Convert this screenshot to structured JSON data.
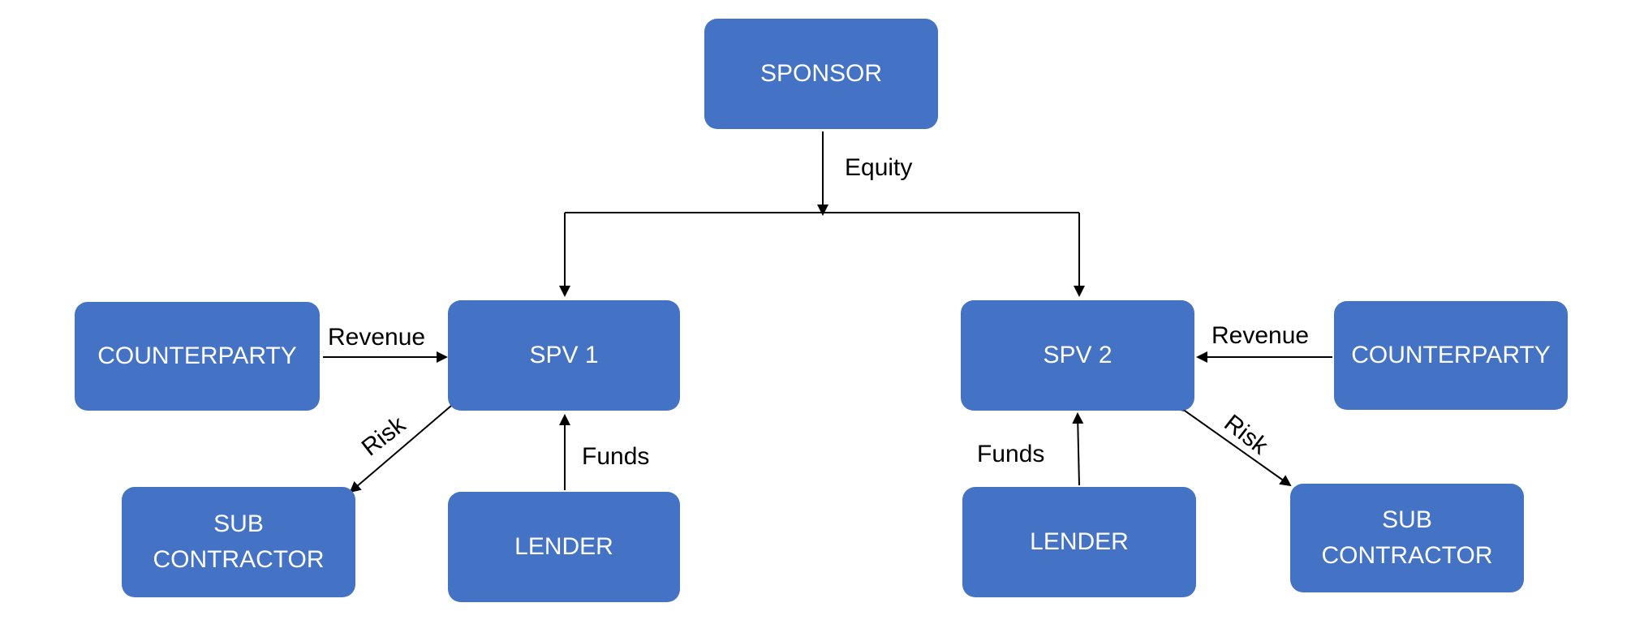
{
  "nodes": {
    "sponsor": "SPONSOR",
    "spv1": "SPV 1",
    "spv2": "SPV 2",
    "counterparty_left": "COUNTERPARTY",
    "counterparty_right": "COUNTERPARTY",
    "subcontractor_left": [
      "SUB",
      "CONTRACTOR"
    ],
    "subcontractor_right": [
      "SUB",
      "CONTRACTOR"
    ],
    "lender_left": "LENDER",
    "lender_right": "LENDER"
  },
  "edges": {
    "equity": "Equity",
    "revenue_left": "Revenue",
    "revenue_right": "Revenue",
    "risk_left": "Risk",
    "risk_right": "Risk",
    "funds_left": "Funds",
    "funds_right": "Funds"
  },
  "colors": {
    "node_fill": "#4472c4",
    "node_text": "#ffffff",
    "connector": "#000000"
  }
}
